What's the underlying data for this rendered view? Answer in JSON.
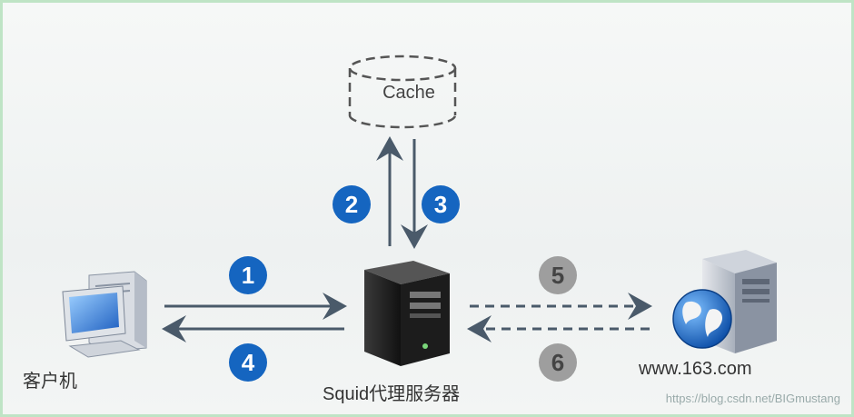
{
  "nodes": {
    "cache": "Cache",
    "client": "客户机",
    "proxy": "Squid代理服务器",
    "web": "www.163.com"
  },
  "steps": [
    "1",
    "2",
    "3",
    "4",
    "5",
    "6"
  ],
  "watermark": "https://blog.csdn.net/BIGmustang",
  "colors": {
    "badge_blue": "#1565c0",
    "badge_gray": "#9e9e9e",
    "arrow": "#4a5a6a"
  }
}
